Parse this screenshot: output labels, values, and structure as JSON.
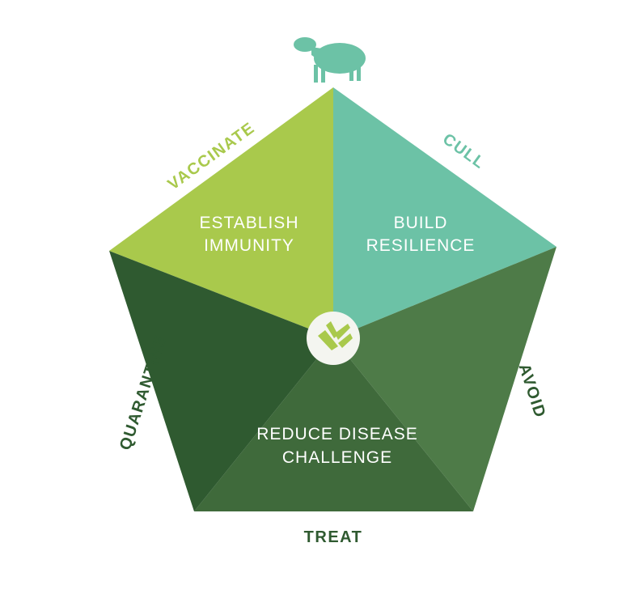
{
  "colors": {
    "vaccinate": "#a9c94c",
    "cull": "#6cc2a6",
    "avoid": "#4e7b48",
    "treat": "#3f6a3b",
    "quarantine": "#2f5a30",
    "sheep": "#6cc2a6",
    "label_dark": "#2f5a30"
  },
  "edges": {
    "vaccinate": "VACCINATE",
    "cull": "CULL",
    "avoid": "AVOID",
    "treat": "TREAT",
    "quarantine": "QUARANTINE"
  },
  "sectors": {
    "immunity": {
      "line1": "ESTABLISH",
      "line2": "IMMUNITY"
    },
    "resilience": {
      "line1": "BUILD",
      "line2": "RESILIENCE"
    },
    "challenge": {
      "line1": "REDUCE DISEASE",
      "line2": "CHALLENGE"
    }
  },
  "icons": {
    "top": "sheep-icon",
    "center": "leaf-logo-icon"
  }
}
